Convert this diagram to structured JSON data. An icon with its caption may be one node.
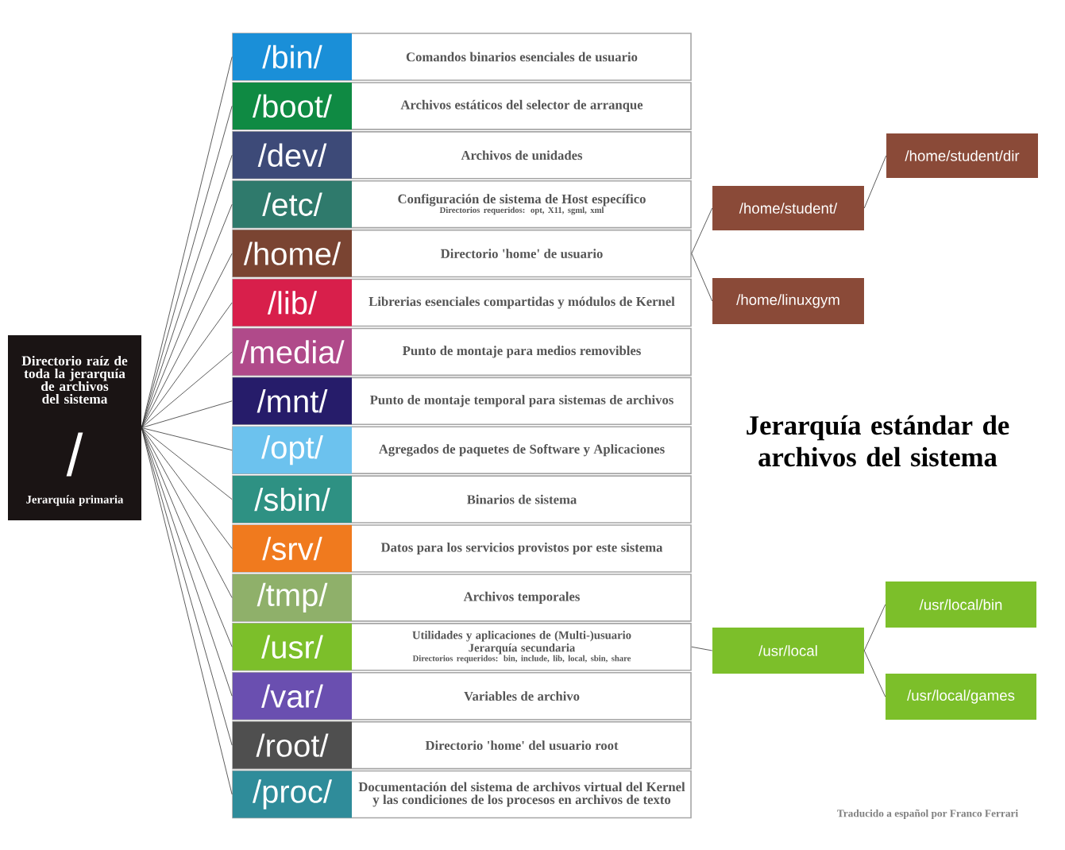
{
  "diagram": {
    "title": "Jerarquía estándar de archivos del sistema",
    "nodes": [
      {
        "text": [
          "Directorio raíz de toda la jerarquía de archivos del sistema",
          "/",
          "Jerarquía primaria"
        ]
      },
      {
        "text": [
          "/bin/",
          "Comandos binarios esenciales de usuario"
        ]
      },
      {
        "text": [
          "/boot/",
          "Archivos estáticos del selector de arranque"
        ]
      },
      {
        "text": [
          "/dev/",
          "Archivos de unidades"
        ]
      },
      {
        "text": [
          "/etc/",
          "Configuración de sistema de Host específico",
          "Directorios requeridos: opt, X11, sgml, xml"
        ]
      },
      {
        "text": [
          "/home/",
          "Directorio 'home' de usuario"
        ]
      },
      {
        "text": [
          "/lib/",
          "Librerias esenciales compartidas y módulos de Kernel"
        ]
      },
      {
        "text": [
          "/media/",
          "Punto de montaje para medios removibles"
        ]
      },
      {
        "text": [
          "/mnt/",
          "Punto de montaje temporal para sistemas de archivos"
        ]
      },
      {
        "text": [
          "/opt/",
          "Agregados de paquetes de Software y Aplicaciones"
        ]
      },
      {
        "text": [
          "/sbin/",
          "Binarios de sistema"
        ]
      },
      {
        "text": [
          "/srv/",
          "Datos para los servicios provistos por este sistema"
        ]
      },
      {
        "text": [
          "/tmp/",
          "Archivos temporales"
        ]
      },
      {
        "text": [
          "/usr/",
          "Utilidades y aplicaciones de (Multi-)usuario",
          "Jerarquía secundaria",
          "Directorios requeridos: bin, include, lib, local, sbin, share"
        ]
      },
      {
        "text": [
          "/var/",
          "Variables de archivo"
        ]
      },
      {
        "text": [
          "/root/",
          "Directorio 'home' del usuario root"
        ]
      },
      {
        "text": [
          "/proc/",
          "Documentación del sistema de archivos virtual del Kernel y las condiciones de los procesos en archivos de texto"
        ]
      },
      {
        "text": [
          "/home/student/dir"
        ]
      },
      {
        "text": [
          "/home/student/"
        ]
      },
      {
        "text": [
          "/home/linuxgym"
        ]
      },
      {
        "text": [
          "/usr/local/bin"
        ]
      },
      {
        "text": [
          "/usr/local"
        ]
      },
      {
        "text": [
          "/usr/local/games"
        ]
      }
    ],
    "edges": [
      {
        "from": 0,
        "to": 1,
        "arrow": "none"
      },
      {
        "from": 0,
        "to": 2,
        "arrow": "none"
      },
      {
        "from": 0,
        "to": 3,
        "arrow": "none"
      },
      {
        "from": 0,
        "to": 4,
        "arrow": "none"
      },
      {
        "from": 0,
        "to": 5,
        "arrow": "none"
      },
      {
        "from": 0,
        "to": 6,
        "arrow": "none"
      },
      {
        "from": 0,
        "to": 7,
        "arrow": "none"
      },
      {
        "from": 0,
        "to": 8,
        "arrow": "none"
      },
      {
        "from": 0,
        "to": 9,
        "arrow": "none"
      },
      {
        "from": 0,
        "to": 10,
        "arrow": "none"
      },
      {
        "from": 0,
        "to": 11,
        "arrow": "none"
      },
      {
        "from": 0,
        "to": 12,
        "arrow": "none"
      },
      {
        "from": 0,
        "to": 13,
        "arrow": "none"
      },
      {
        "from": 0,
        "to": 14,
        "arrow": "none"
      },
      {
        "from": 0,
        "to": 15,
        "arrow": "none"
      },
      {
        "from": 0,
        "to": 16,
        "arrow": "none"
      },
      {
        "from": 5,
        "to": 18,
        "arrow": "none"
      },
      {
        "from": 5,
        "to": 19,
        "arrow": "none"
      },
      {
        "from": 18,
        "to": 17,
        "arrow": "none"
      },
      {
        "from": 13,
        "to": 21,
        "arrow": "none"
      },
      {
        "from": 21,
        "to": 20,
        "arrow": "none"
      },
      {
        "from": 21,
        "to": 22,
        "arrow": "none"
      }
    ],
    "labels": [
      "Traducido a español por Franco Ferrari"
    ]
  }
}
